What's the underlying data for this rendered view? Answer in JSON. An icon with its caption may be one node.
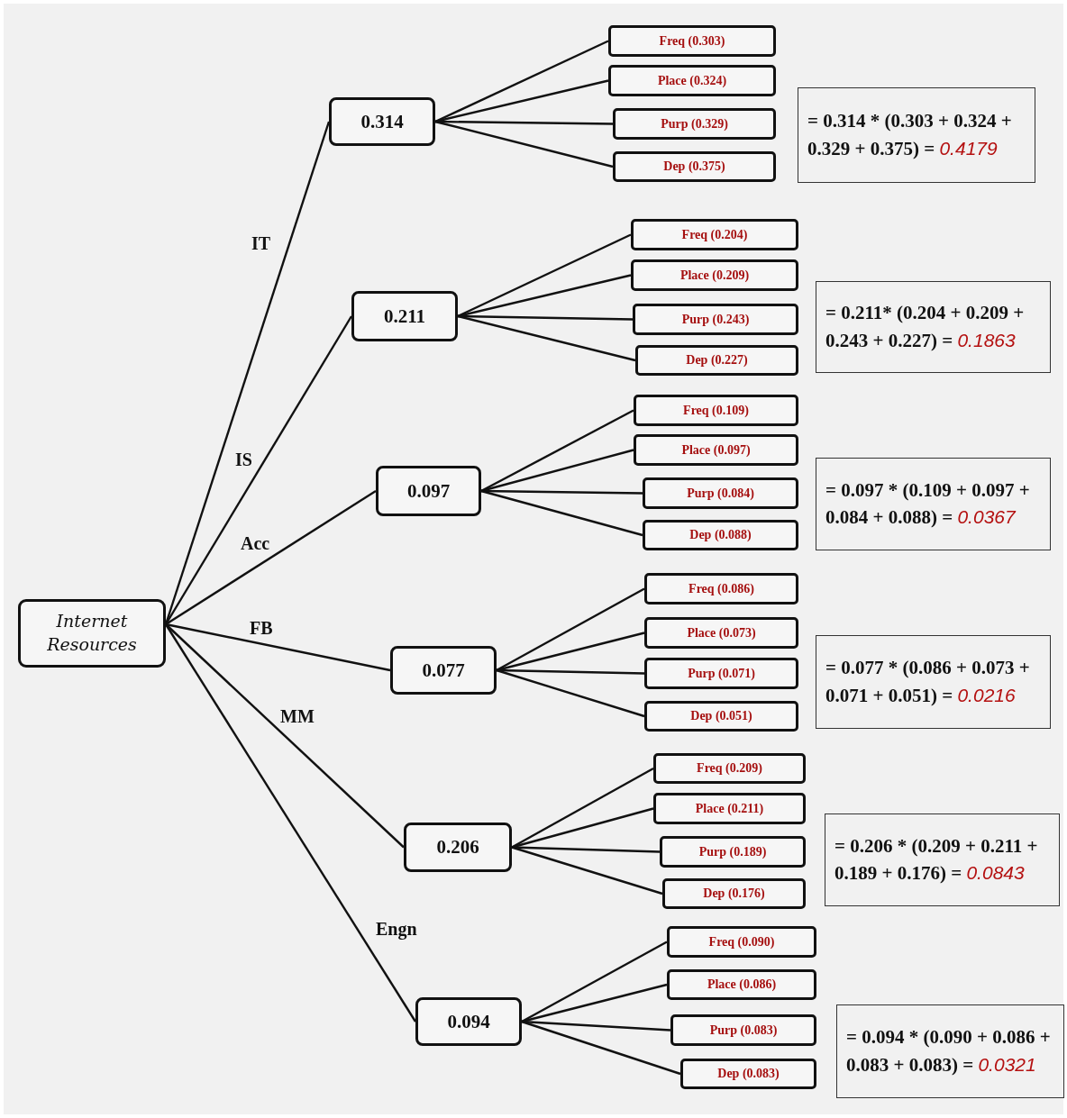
{
  "diagram": {
    "nodes": [
      {
        "text": [
          "Internet Resources"
        ]
      },
      {
        "text": [
          "0.314"
        ]
      },
      {
        "text": [
          "Freq (0.303)"
        ]
      },
      {
        "text": [
          "Place (0.324)"
        ]
      },
      {
        "text": [
          "Purp (0.329)"
        ]
      },
      {
        "text": [
          "Dep (0.375)"
        ]
      },
      {
        "text": [
          "= 0.314 * (0.303 + 0.324 + 0.329 + 0.375) = *0.4179*"
        ]
      },
      {
        "text": [
          "0.211"
        ]
      },
      {
        "text": [
          "Freq (0.204)"
        ]
      },
      {
        "text": [
          "Place (0.209)"
        ]
      },
      {
        "text": [
          "Purp (0.243)"
        ]
      },
      {
        "text": [
          "Dep (0.227)"
        ]
      },
      {
        "text": [
          "= 0.211* (0.204 + 0.209 + 0.243 + 0.227) = *0.1863*"
        ]
      },
      {
        "text": [
          "0.097"
        ]
      },
      {
        "text": [
          "Freq (0.109)"
        ]
      },
      {
        "text": [
          "Place (0.097)"
        ]
      },
      {
        "text": [
          "Purp (0.084)"
        ]
      },
      {
        "text": [
          "Dep (0.088)"
        ]
      },
      {
        "text": [
          "= 0.097 * (0.109 + 0.097 + 0.084 + 0.088) = *0.0367*"
        ]
      },
      {
        "text": [
          "0.077"
        ]
      },
      {
        "text": [
          "Freq (0.086)"
        ]
      },
      {
        "text": [
          "Place (0.073)"
        ]
      },
      {
        "text": [
          "Purp (0.071)"
        ]
      },
      {
        "text": [
          "Dep (0.051)"
        ]
      },
      {
        "text": [
          "= 0.077 * (0.086 + 0.073 + 0.071 + 0.051) = *0.0216*"
        ]
      },
      {
        "text": [
          "0.206"
        ]
      },
      {
        "text": [
          "Freq (0.209)"
        ]
      },
      {
        "text": [
          "Place (0.211)"
        ]
      },
      {
        "text": [
          "Purp (0.189)"
        ]
      },
      {
        "text": [
          "Dep (0.176)"
        ]
      },
      {
        "text": [
          "= 0.206 * (0.209 + 0.211 + 0.189 + 0.176) = *0.0843*"
        ]
      },
      {
        "text": [
          "0.094"
        ]
      },
      {
        "text": [
          "Freq (0.090)"
        ]
      },
      {
        "text": [
          "Place (0.086)"
        ]
      },
      {
        "text": [
          "Purp (0.083)"
        ]
      },
      {
        "text": [
          "Dep (0.083)"
        ]
      },
      {
        "text": [
          "= 0.094 * (0.090 + 0.086 + 0.083 + 0.083) = *0.0321*"
        ]
      }
    ],
    "edges": [
      {
        "from": 0,
        "to": 1,
        "arrow": "none",
        "label": "IT"
      },
      {
        "from": 0,
        "to": 7,
        "arrow": "none",
        "label": "IS"
      },
      {
        "from": 0,
        "to": 13,
        "arrow": "none",
        "label": "Acc"
      },
      {
        "from": 0,
        "to": 19,
        "arrow": "none",
        "label": "FB"
      },
      {
        "from": 0,
        "to": 25,
        "arrow": "none",
        "label": "MM"
      },
      {
        "from": 0,
        "to": 31,
        "arrow": "none",
        "label": "Engn"
      },
      {
        "from": 1,
        "to": 2,
        "arrow": "none"
      },
      {
        "from": 1,
        "to": 3,
        "arrow": "none"
      },
      {
        "from": 1,
        "to": 4,
        "arrow": "none"
      },
      {
        "from": 1,
        "to": 5,
        "arrow": "none"
      },
      {
        "from": 7,
        "to": 8,
        "arrow": "none"
      },
      {
        "from": 7,
        "to": 9,
        "arrow": "none"
      },
      {
        "from": 7,
        "to": 10,
        "arrow": "none"
      },
      {
        "from": 7,
        "to": 11,
        "arrow": "none"
      },
      {
        "from": 13,
        "to": 14,
        "arrow": "none"
      },
      {
        "from": 13,
        "to": 15,
        "arrow": "none"
      },
      {
        "from": 13,
        "to": 16,
        "arrow": "none"
      },
      {
        "from": 13,
        "to": 17,
        "arrow": "none"
      },
      {
        "from": 19,
        "to": 20,
        "arrow": "none"
      },
      {
        "from": 19,
        "to": 21,
        "arrow": "none"
      },
      {
        "from": 19,
        "to": 22,
        "arrow": "none"
      },
      {
        "from": 19,
        "to": 23,
        "arrow": "none"
      },
      {
        "from": 25,
        "to": 26,
        "arrow": "none"
      },
      {
        "from": 25,
        "to": 27,
        "arrow": "none"
      },
      {
        "from": 25,
        "to": 28,
        "arrow": "none"
      },
      {
        "from": 25,
        "to": 29,
        "arrow": "none"
      },
      {
        "from": 31,
        "to": 32,
        "arrow": "none"
      },
      {
        "from": 31,
        "to": 33,
        "arrow": "none"
      },
      {
        "from": 31,
        "to": 34,
        "arrow": "none"
      },
      {
        "from": 31,
        "to": 35,
        "arrow": "none"
      }
    ]
  }
}
